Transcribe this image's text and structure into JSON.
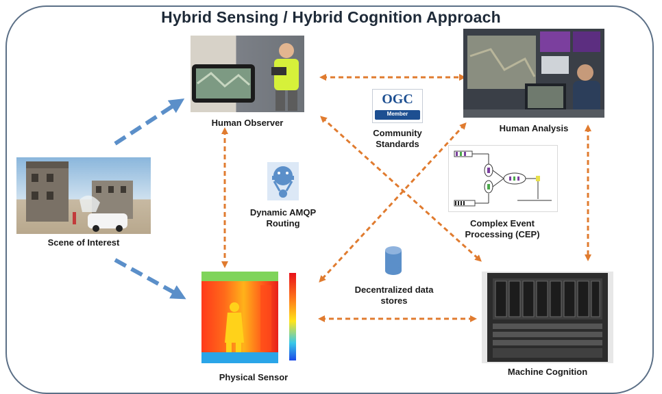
{
  "title": "Hybrid Sensing / Hybrid Cognition Approach",
  "nodes": {
    "human_observer": "Human Observer",
    "human_analysis": "Human Analysis",
    "scene_of_interest": "Scene of Interest",
    "physical_sensor": "Physical Sensor",
    "machine_cognition": "Machine Cognition"
  },
  "annotations": {
    "community_standards": [
      "Community",
      "Standards"
    ],
    "dynamic_amqp": [
      "Dynamic AMQP",
      "Routing"
    ],
    "cep": [
      "Complex Event",
      "Processing (CEP)"
    ],
    "data_stores": [
      "Decentralized data",
      "stores"
    ]
  },
  "logos": {
    "ogc_main": "OGC",
    "ogc_sub": "Member"
  },
  "colors": {
    "orange_arrow": "#e07b2f",
    "blue_arrow": "#5b8fc9",
    "frame": "#5b6f86"
  },
  "icons": [
    "robot-icon",
    "database-cylinder-icon",
    "ogc-logo"
  ]
}
